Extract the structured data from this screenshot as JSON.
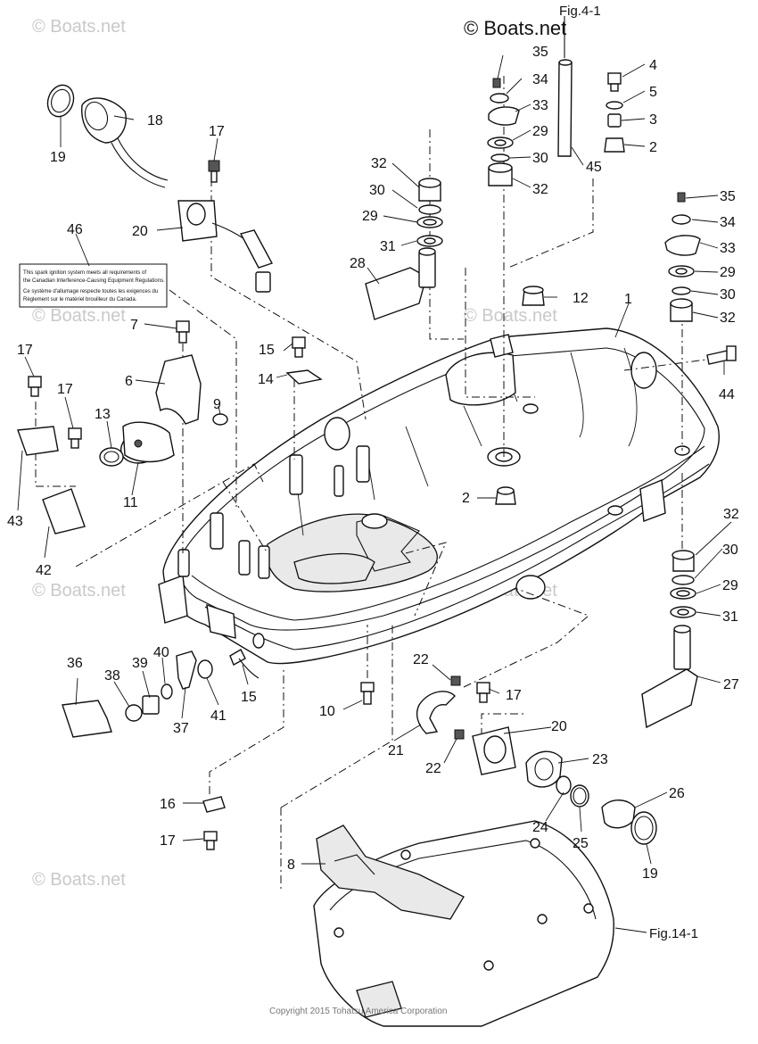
{
  "watermark": {
    "top": "© Boats.net",
    "repeat": "© Boats.net"
  },
  "references": {
    "fig_4_1": "Fig.4-1",
    "fig_14_1": "Fig.14-1"
  },
  "label_sticker": {
    "line1": "This spark ignition system meets all requirements of",
    "line2": "the Canadian Interference-Causing Equipment Regulations.",
    "line3": "Ce système d'allumage respecte toutes les exigences du",
    "line4": "Règlement sur le matériel brouilleur du Canada."
  },
  "copyright": "Copyright 2015 Tohatsu America Corporation",
  "callouts": {
    "c1": "1",
    "c2a": "2",
    "c2b": "2",
    "c3": "3",
    "c4": "4",
    "c5": "5",
    "c6": "6",
    "c7": "7",
    "c8": "8",
    "c9": "9",
    "c10": "10",
    "c11": "11",
    "c12": "12",
    "c13": "13",
    "c14": "14",
    "c15a": "15",
    "c15b": "15",
    "c16": "16",
    "c17a": "17",
    "c17b": "17",
    "c17c": "17",
    "c17d": "17",
    "c17e": "17",
    "c18": "18",
    "c19a": "19",
    "c19b": "19",
    "c20a": "20",
    "c20b": "20",
    "c21": "21",
    "c22a": "22",
    "c22b": "22",
    "c23": "23",
    "c24": "24",
    "c25": "25",
    "c26": "26",
    "c27": "27",
    "c28": "28",
    "c29a": "29",
    "c29b": "29",
    "c29c": "29",
    "c29d": "29",
    "c30a": "30",
    "c30b": "30",
    "c30c": "30",
    "c30d": "30",
    "c31a": "31",
    "c31b": "31",
    "c32a": "32",
    "c32b": "32",
    "c32c": "32",
    "c32d": "32",
    "c33a": "33",
    "c33b": "33",
    "c34a": "34",
    "c34b": "34",
    "c35a": "35",
    "c35b": "35",
    "c36": "36",
    "c37": "37",
    "c38": "38",
    "c39": "39",
    "c40": "40",
    "c41": "41",
    "c42": "42",
    "c43": "43",
    "c44": "44",
    "c45": "45",
    "c46": "46"
  }
}
